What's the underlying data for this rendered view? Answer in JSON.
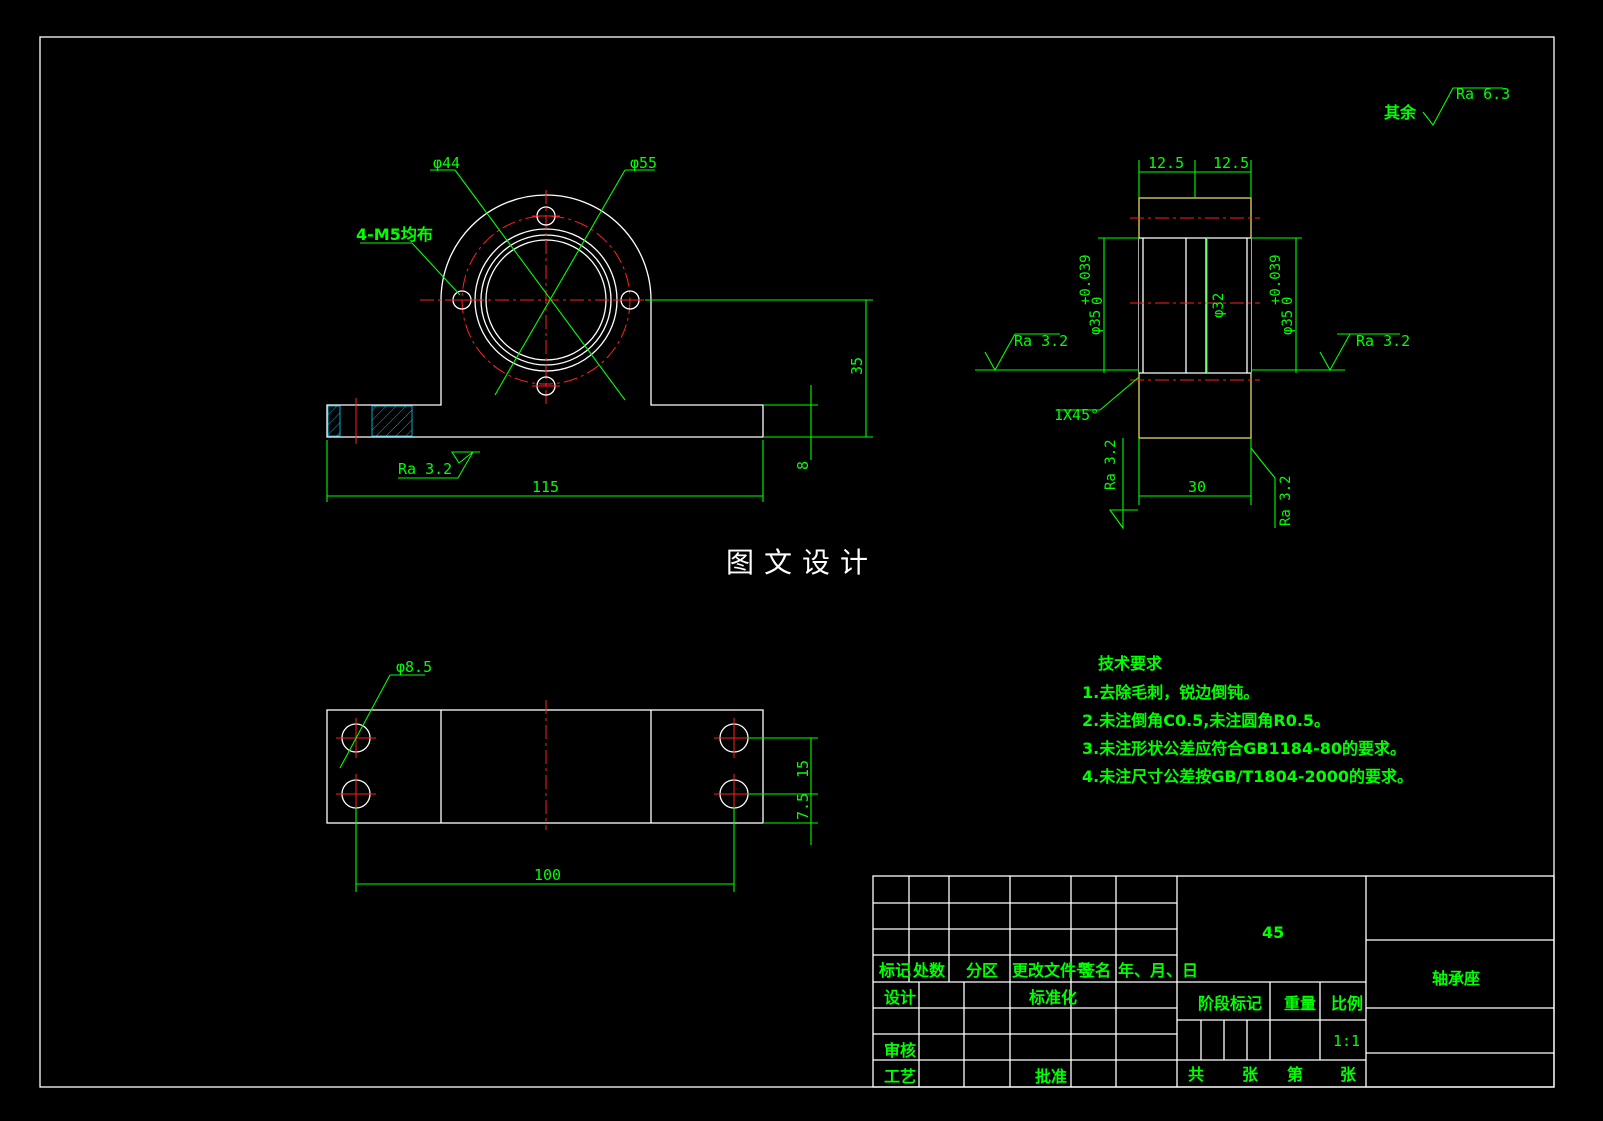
{
  "watermark": "图文设计",
  "surface_finish_general": {
    "prefix": "其余",
    "value": "Ra 6.3"
  },
  "front_view": {
    "dia_inner": "φ44",
    "dia_outer": "φ55",
    "holes": "4-M5均布",
    "dim_height": "35",
    "dim_base": "8",
    "dim_length": "115",
    "roughness": "Ra 3.2"
  },
  "side_view": {
    "width_a": "12.5",
    "width_b": "12.5",
    "bore_left": "φ35",
    "tol_left": "+0.039",
    "tol_left_low": "0",
    "bore_mid": "φ32",
    "bore_right": "φ35",
    "tol_right": "+0.039",
    "tol_right_low": "0",
    "roughness_left": "Ra 3.2",
    "roughness_right": "Ra 3.2",
    "roughness_bottom_left": "Ra 3.2",
    "roughness_bottom_right": "Ra 3.2",
    "chamfer": "1X45°",
    "dim_width": "30"
  },
  "top_view": {
    "hole_dia": "φ8.5",
    "dim_15": "15",
    "dim_75": "7.5",
    "dim_100": "100"
  },
  "tech_requirements": {
    "title": "技术要求",
    "items": [
      "1.去除毛刺，锐边倒钝。",
      "2.未注倒角C0.5,未注圆角R0.5。",
      "3.未注形状公差应符合GB1184-80的要求。",
      "4.未注尺寸公差按GB/T1804-2000的要求。"
    ]
  },
  "title_block": {
    "material": "45",
    "part_name": "轴承座",
    "col_mark": "标记",
    "col_count": "处数",
    "col_zone": "分区",
    "col_doc": "更改文件号",
    "col_sign": "签名",
    "col_date": "年、月、日",
    "design": "设计",
    "standard": "标准化",
    "review": "审核",
    "process": "工艺",
    "approve": "批准",
    "stage_mark": "阶段标记",
    "weight": "重量",
    "scale_label": "比例",
    "scale": "1:1",
    "total": "共",
    "sheets": "张",
    "sheet_no": "第",
    "sheets2": "张"
  }
}
